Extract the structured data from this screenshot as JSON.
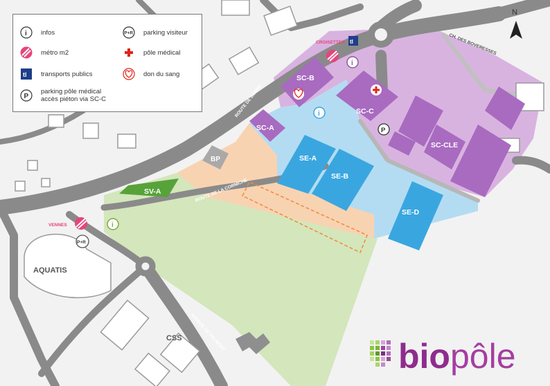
{
  "legend": {
    "items": [
      {
        "icon": "info-icon",
        "label": "infos"
      },
      {
        "icon": "metro-icon",
        "label": "métro m2"
      },
      {
        "icon": "tl-icon",
        "label": "transports publics"
      },
      {
        "icon": "parking-icon",
        "label1": "parking pôle médical",
        "label2": "accès piéton via SC-C"
      },
      {
        "icon": "park-and-ride-icon",
        "label": "parking visiteur"
      },
      {
        "icon": "medical-cross-icon",
        "label": "pôle médical"
      },
      {
        "icon": "blood-donation-icon",
        "label": "don du sang"
      }
    ]
  },
  "icons": {
    "info": "i",
    "tl": "tl",
    "parking": "P",
    "park_ride": "P+R",
    "north": "N"
  },
  "buildings": {
    "sc_a": "SC-A",
    "sc_b": "SC-B",
    "sc_c": "SC-C",
    "sc_cle": "SC-CLE",
    "se_a": "SE-A",
    "se_b": "SE-B",
    "se_d": "SE-D",
    "sv_a": "SV-A",
    "bp": "BP",
    "aquatis": "AQUATIS",
    "css": "CSS"
  },
  "stations": {
    "croisettes": "CROISETTES",
    "vennes": "VENNES"
  },
  "streets": {
    "route_berne": "ROUTE DE BERNE",
    "route_corniche": "ROUTE DE LA CORNICHE",
    "avenue_valmont": "AVENUE DE VALMONT",
    "ch_boveresses": "CH. DES BOVERESSES"
  },
  "logo": {
    "part1": "bio",
    "part2": "pôle"
  },
  "colors": {
    "life_sciences": "#d8b3e0",
    "sc_buildings": "#a86bc0",
    "blue_zone": "#b3dcf2",
    "se_buildings": "#3aa6e0",
    "orange_zone": "#f8d3b2",
    "green_zone": "#d4e6bb",
    "sv_building": "#57a33a",
    "road": "#8a8a8a",
    "metro": "#e6457a",
    "tl": "#1f3e8a",
    "medical": "#e2241b",
    "logo_bio": "#8e2d8c",
    "logo_pole": "#a43ea1"
  }
}
